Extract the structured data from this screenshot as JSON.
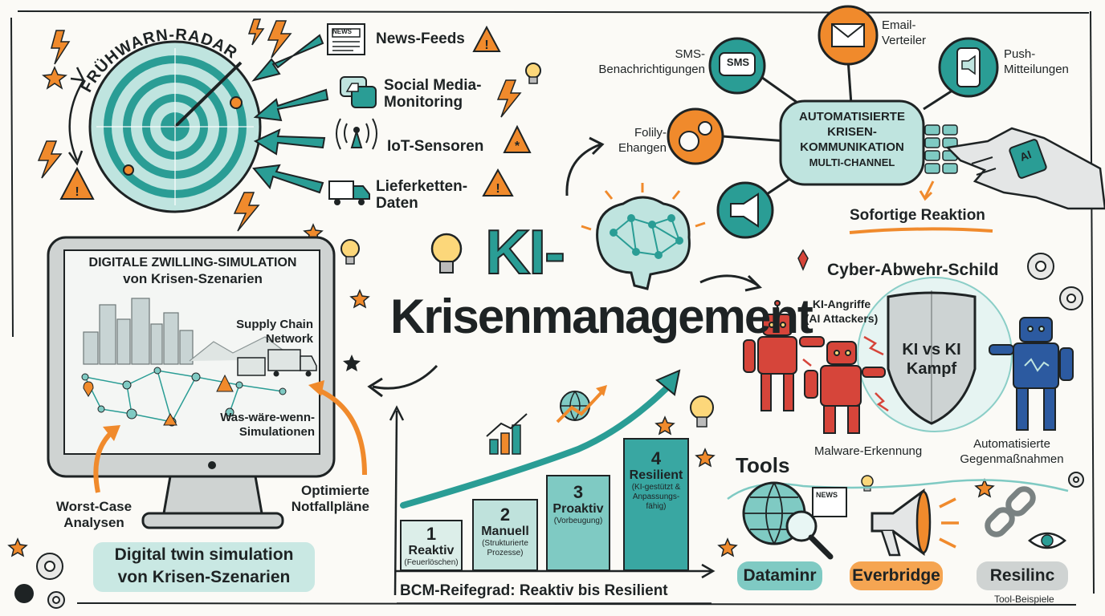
{
  "title": {
    "line1": "KI-",
    "line2": "Krisenmanagement"
  },
  "radar": {
    "title": "FRÜHWARN-RADAR",
    "sources": [
      "News-Feeds",
      "Social Media-\nMonitoring",
      "IoT-Sensoren",
      "Lieferketten-\nDaten"
    ],
    "news_icon_text": "NEWS"
  },
  "communication": {
    "hub": [
      "AUTOMATISIERTE",
      "KRISEN-",
      "KOMMUNIKATION",
      "MULTI-CHANNEL"
    ],
    "channels": {
      "sms": "SMS-\nBenachrichtigungen",
      "email": "Email-\nVerteiler",
      "push": "Push-\nMitteilungen",
      "folily": "Folily-\nEhangen"
    },
    "sms_icon_text": "SMS",
    "ai_badge": "AI",
    "reaction": "Sofortige Reaktion"
  },
  "twin": {
    "screen_title": [
      "DIGITALE ZWILLING-SIMULATION",
      "von Krisen-Szenarien"
    ],
    "supply_chain": "Supply Chain\nNetwork",
    "whatif": "Was-wäre-wenn-\nSimulationen",
    "worst_case": "Worst-Case\nAnalysen",
    "optimized": "Optimierte\nNotfallpläne",
    "caption": [
      "Digital twin simulation",
      "von Krisen-Szenarien"
    ]
  },
  "bcm": {
    "steps": [
      {
        "num": "1",
        "name": "Reaktiv",
        "sub": "(Feuerlöschen)",
        "color": "#dceee9"
      },
      {
        "num": "2",
        "name": "Manuell",
        "sub": "(Strukturierte\nProzesse)",
        "color": "#bfe2dc"
      },
      {
        "num": "3",
        "name": "Proaktiv",
        "sub": "(Vorbeugung)",
        "color": "#7fcac3"
      },
      {
        "num": "4",
        "name": "Resilient",
        "sub": "(KI-gestützt &\nAnpassungs-\nfähig)",
        "color": "#39a7a2"
      }
    ],
    "caption": "BCM-Reifegrad: Reaktiv bis Resilient"
  },
  "cyber": {
    "title": "Cyber-Abwehr-Schild",
    "attackers": "KI-Angriffe\n(AI Attackers)",
    "shield": "KI vs KI\nKampf",
    "malware": "Malware-Erkennung",
    "counter": "Automatisierte\nGegenmaßnahmen"
  },
  "tools": {
    "title": "Tools",
    "items": [
      "Dataminr",
      "Everbridge",
      "Resilinc"
    ],
    "news_icon_text": "NEWS",
    "footnote": "Tool-Beispiele"
  },
  "colors": {
    "teal": "#2a9d95",
    "teal_light": "#bfe4df",
    "orange": "#f08a2c",
    "dark": "#1e2324"
  }
}
